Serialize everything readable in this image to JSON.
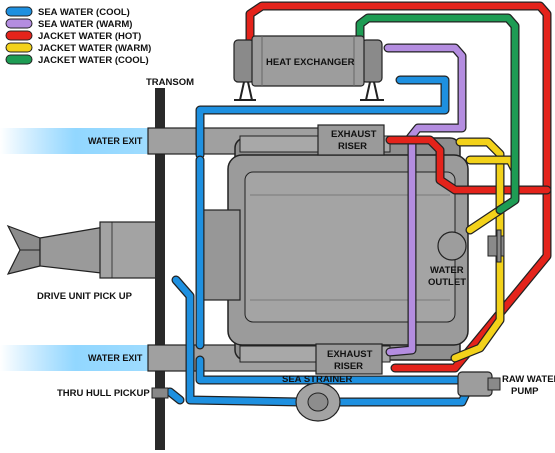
{
  "legend": [
    {
      "label": "SEA WATER (COOL)",
      "color": "#1e90e0"
    },
    {
      "label": "SEA WATER (WARM)",
      "color": "#b48de0"
    },
    {
      "label": "JACKET WATER (HOT)",
      "color": "#e4231b"
    },
    {
      "label": "JACKET WATER (WARM)",
      "color": "#f3d21a"
    },
    {
      "label": "JACKET WATER (COOL)",
      "color": "#1e9c54"
    }
  ],
  "labels": {
    "heat_exchanger": "HEAT EXCHANGER",
    "transom": "TRANSOM",
    "water_exit_top": "WATER EXIT",
    "water_exit_bottom": "WATER EXIT",
    "exhaust_riser_top_1": "EXHAUST",
    "exhaust_riser_top_2": "RISER",
    "exhaust_riser_bottom_1": "EXHAUST",
    "exhaust_riser_bottom_2": "RISER",
    "water_outlet_1": "WATER",
    "water_outlet_2": "OUTLET",
    "drive_unit_pickup": "DRIVE UNIT PICK UP",
    "thru_hull_pickup": "THRU HULL PICKUP",
    "sea_strainer": "SEA STRAINER",
    "raw_water_pump_1": "RAW WATER",
    "raw_water_pump_2": "PUMP"
  },
  "colors": {
    "sea_cool": "#1e90e0",
    "sea_warm": "#b48de0",
    "jacket_hot": "#e4231b",
    "jacket_warm": "#f3d21a",
    "jacket_cool": "#1e9c54",
    "engine": "#9a9a9a",
    "outline": "#222222"
  }
}
